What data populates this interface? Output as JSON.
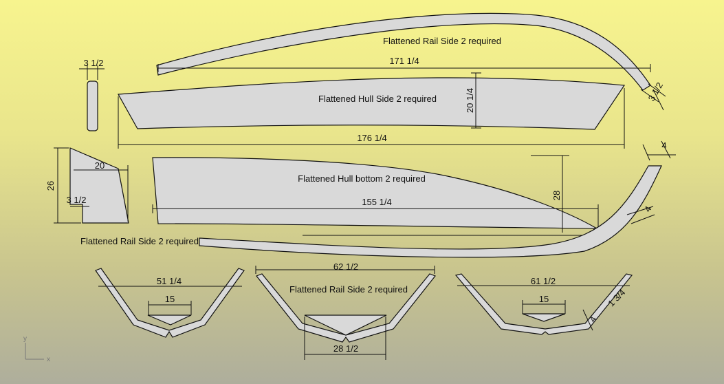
{
  "labels": {
    "rail_top_title": "Flattened Rail Side 2 required",
    "rail_top_length": "171 1/4",
    "rail_top_width": "3 1/2",
    "rail_strip_width": "3 1/2",
    "hull_side_title": "Flattened Hull Side 2 required",
    "hull_side_height": "20 1/4",
    "hull_side_length": "176 1/4",
    "transom_width": "20",
    "transom_height": "26",
    "transom_notch": "3 1/2",
    "hull_bottom_title": "Flattened Hull bottom 2 required",
    "hull_bottom_length": "155 1/4",
    "hull_bottom_height": "28",
    "rail_lower_title": "Flattened Rail Side 2 required",
    "rail_lower_width_a": "4",
    "rail_lower_width_b": "4",
    "frame1_width": "51 1/4",
    "frame1_inner": "15",
    "frame2_width": "62 1/2",
    "frame2_title": "Flattened Rail Side 2 required",
    "frame2_bottom": "28 1/2",
    "frame3_width": "61 1/2",
    "frame3_inner": "15",
    "frame3_side": "1 3/4",
    "frame3_thick": "4"
  },
  "axes": {
    "y": "y",
    "x": "x"
  }
}
